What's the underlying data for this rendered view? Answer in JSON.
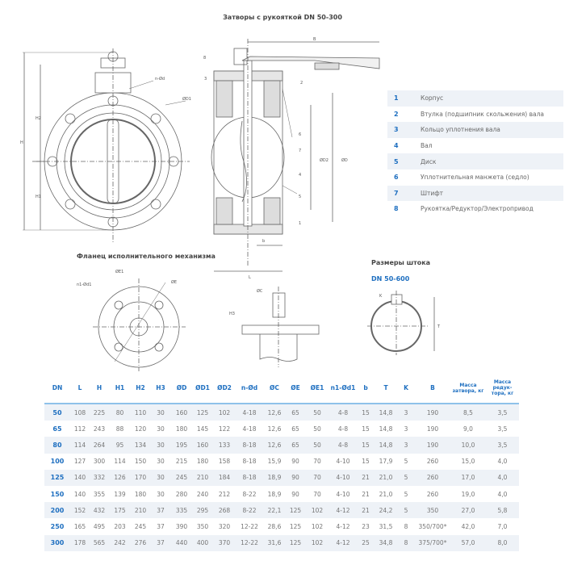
{
  "title": "Затворы с рукояткой DN 50-300",
  "flange_title": "Фланец исполнительного механизма",
  "stem_title": "Размеры штока",
  "stem_range": "DN 50-600",
  "legend": [
    {
      "n": "1",
      "label": "Корпус"
    },
    {
      "n": "2",
      "label": "Втулка (подшипник скольжения) вала"
    },
    {
      "n": "3",
      "label": "Кольцо уплотнения вала"
    },
    {
      "n": "4",
      "label": "Вал"
    },
    {
      "n": "5",
      "label": "Диск"
    },
    {
      "n": "6",
      "label": "Уплотнительная манжета (седло)"
    },
    {
      "n": "7",
      "label": "Штифт"
    },
    {
      "n": "8",
      "label": "Рукоятка/Редуктор/Электропривод"
    }
  ],
  "drawing_labels": {
    "H": "H",
    "H1": "H1",
    "H2": "H2",
    "nd": "n-Ød",
    "D1": "ØD1",
    "B": "B",
    "D2": "ØD2",
    "D": "ØD",
    "L": "L",
    "b": "b",
    "E1": "ØE1",
    "n1d1": "n1-Ød1",
    "E": "ØE",
    "C": "ØC",
    "H3": "H3",
    "K": "K",
    "T": "T"
  },
  "table": {
    "headers": [
      "DN",
      "L",
      "H",
      "H1",
      "H2",
      "H3",
      "ØD",
      "ØD1",
      "ØD2",
      "n-Ød",
      "ØC",
      "ØE",
      "ØE1",
      "n1-Ød1",
      "b",
      "T",
      "K",
      "B",
      "Масса затвора, кг",
      "Масса редук-тора, кг"
    ],
    "rows": [
      [
        "50",
        "108",
        "225",
        "80",
        "110",
        "30",
        "160",
        "125",
        "102",
        "4-18",
        "12,6",
        "65",
        "50",
        "4-8",
        "15",
        "14,8",
        "3",
        "190",
        "8,5",
        "3,5"
      ],
      [
        "65",
        "112",
        "243",
        "88",
        "120",
        "30",
        "180",
        "145",
        "122",
        "4-18",
        "12,6",
        "65",
        "50",
        "4-8",
        "15",
        "14,8",
        "3",
        "190",
        "9,0",
        "3,5"
      ],
      [
        "80",
        "114",
        "264",
        "95",
        "134",
        "30",
        "195",
        "160",
        "133",
        "8-18",
        "12,6",
        "65",
        "50",
        "4-8",
        "15",
        "14,8",
        "3",
        "190",
        "10,0",
        "3,5"
      ],
      [
        "100",
        "127",
        "300",
        "114",
        "150",
        "30",
        "215",
        "180",
        "158",
        "8-18",
        "15,9",
        "90",
        "70",
        "4-10",
        "15",
        "17,9",
        "5",
        "260",
        "15,0",
        "4,0"
      ],
      [
        "125",
        "140",
        "332",
        "126",
        "170",
        "30",
        "245",
        "210",
        "184",
        "8-18",
        "18,9",
        "90",
        "70",
        "4-10",
        "21",
        "21,0",
        "5",
        "260",
        "17,0",
        "4,0"
      ],
      [
        "150",
        "140",
        "355",
        "139",
        "180",
        "30",
        "280",
        "240",
        "212",
        "8-22",
        "18,9",
        "90",
        "70",
        "4-10",
        "21",
        "21,0",
        "5",
        "260",
        "19,0",
        "4,0"
      ],
      [
        "200",
        "152",
        "432",
        "175",
        "210",
        "37",
        "335",
        "295",
        "268",
        "8-22",
        "22,1",
        "125",
        "102",
        "4-12",
        "21",
        "24,2",
        "5",
        "350",
        "27,0",
        "5,8"
      ],
      [
        "250",
        "165",
        "495",
        "203",
        "245",
        "37",
        "390",
        "350",
        "320",
        "12-22",
        "28,6",
        "125",
        "102",
        "4-12",
        "23",
        "31,5",
        "8",
        "350/700*",
        "42,0",
        "7,0"
      ],
      [
        "300",
        "178",
        "565",
        "242",
        "276",
        "37",
        "440",
        "400",
        "370",
        "12-22",
        "31,6",
        "125",
        "102",
        "4-12",
        "25",
        "34,8",
        "8",
        "375/700*",
        "57,0",
        "8,0"
      ]
    ]
  }
}
